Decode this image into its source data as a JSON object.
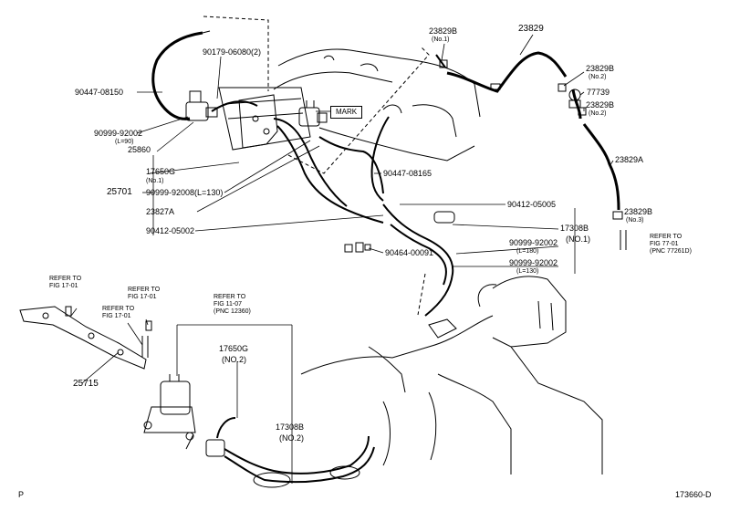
{
  "labels": {
    "p_90447_08150": "90447-08150",
    "p_90179": "90179-06080(2)",
    "p_90999_l90": "90999-92002",
    "p_90999_l90_sub": "(L=90)",
    "p_25860": "25860",
    "p_17650g_no1": "17650G",
    "p_17650g_no1_sub": "(No.1)",
    "p_25701": "25701",
    "p_90999_l130a": "90999-92008(L=130)",
    "p_23827a": "23827A",
    "p_90412_a": "90412-05002",
    "mark": "MARK",
    "p_23829b_no1": "23829B",
    "p_23829b_no1_sub": "(No.1)",
    "p_23829": "23829",
    "p_23829b_no2a": "23829B",
    "p_23829b_no2a_sub": "(No.2)",
    "p_77739": "77739",
    "p_23829b_no2b": "23829B",
    "p_23829b_no2b_sub": "(No.2)",
    "p_23829a": "23829A",
    "p_90447_08165": "90447-08165",
    "p_90412_b": "90412-05005",
    "p_23829b_no3": "23829B",
    "p_23829b_no3_sub": "(No.3)",
    "p_17308b_no1": "17308B",
    "p_17308b_no1_sub": "(NO.1)",
    "ref_fig77_1": "REFER TO",
    "ref_fig77_2": "FIG 77-01",
    "ref_fig77_3": "(PNC 77261D)",
    "p_90464": "90464-00091",
    "p_90999_l180": "90999-92002",
    "p_90999_l180_sub": "(L=180)",
    "p_90999_l130b": "90999-92002",
    "p_90999_l130b_sub": "(L=130)",
    "ref_fig17_a1": "REFER TO",
    "ref_fig17_a2": "FIG 17-01",
    "ref_fig17_b1": "REFER TO",
    "ref_fig17_b2": "FIG 17-01",
    "ref_fig17_c1": "REFER TO",
    "ref_fig17_c2": "FIG 17-01",
    "ref_fig11_1": "REFER TO",
    "ref_fig11_2": "FIG 11-07",
    "ref_fig11_3": "(PNC 12360)",
    "p_17650g_no2": "17650G",
    "p_17650g_no2_sub": "(NO.2)",
    "p_25715": "25715",
    "p_17308b_no2": "17308B",
    "p_17308b_no2_sub": "(NO.2)",
    "footer_left": "P",
    "footer_right": "173660-D"
  }
}
